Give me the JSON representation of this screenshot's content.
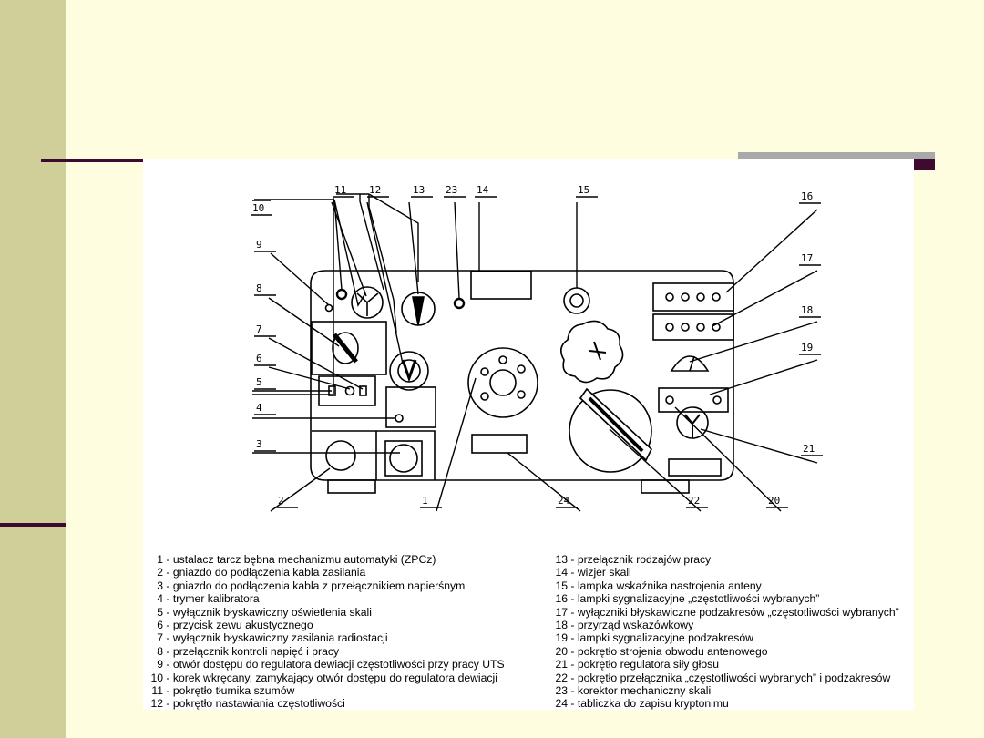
{
  "slide": {
    "colors": {
      "background": "#fefde0",
      "left_bar": "#d0cf9a",
      "accent_dark": "#3e0a32",
      "accent_gray": "#a9a9a9"
    }
  },
  "diagram": {
    "callouts": [
      "1",
      "2",
      "3",
      "4",
      "5",
      "6",
      "7",
      "8",
      "9",
      "10",
      "11",
      "12",
      "13",
      "14",
      "15",
      "16",
      "17",
      "18",
      "19",
      "20",
      "21",
      "22",
      "23",
      "24"
    ]
  },
  "legend": {
    "left": [
      {
        "num": "1",
        "text": "ustalacz tarcz bębna mechanizmu automatyki (ZPCz)"
      },
      {
        "num": "2",
        "text": "gniazdo do podłączenia kabla zasilania"
      },
      {
        "num": "3",
        "text": "gniazdo do podłączenia kabla z przełącznikiem napierśnym"
      },
      {
        "num": "4",
        "text": "trymer kalibratora"
      },
      {
        "num": "5",
        "text": "wyłącznik błyskawiczny oświetlenia skali"
      },
      {
        "num": "6",
        "text": "przycisk zewu akustycznego"
      },
      {
        "num": "7",
        "text": "wyłącznik błyskawiczny zasilania radiostacji"
      },
      {
        "num": "8",
        "text": "przełącznik kontroli napięć i pracy"
      },
      {
        "num": "9",
        "text": "otwór dostępu do regulatora dewiacji częstotliwości przy pracy UTS"
      },
      {
        "num": "10",
        "text": "korek wkręcany, zamykający otwór dostępu do regulatora dewiacji"
      },
      {
        "num": "11",
        "text": "pokrętło tłumika szumów"
      },
      {
        "num": "12",
        "text": "pokrętło nastawiania częstotliwości"
      }
    ],
    "right": [
      {
        "num": "13",
        "text": "przełącznik rodzajów pracy"
      },
      {
        "num": "14",
        "text": "wizjer skali"
      },
      {
        "num": "15",
        "text": "lampka wskaźnika nastrojenia anteny"
      },
      {
        "num": "16",
        "text": "lampki sygnalizacyjne „częstotliwości wybranych”"
      },
      {
        "num": "17",
        "text": "wyłączniki błyskawiczne podzakresów „częstotliwości wybranych”"
      },
      {
        "num": "18",
        "text": "przyrząd wskazówkowy"
      },
      {
        "num": "19",
        "text": "lampki sygnalizacyjne podzakresów"
      },
      {
        "num": "20",
        "text": "pokrętło strojenia obwodu antenowego"
      },
      {
        "num": "21",
        "text": "pokrętło regulatora siły głosu"
      },
      {
        "num": "22",
        "text": "pokrętło przełącznika „częstotliwości wybranych” i podzakresów"
      },
      {
        "num": "23",
        "text": "korektor mechaniczny skali"
      },
      {
        "num": "24",
        "text": "tabliczka do zapisu kryptonimu"
      }
    ]
  }
}
